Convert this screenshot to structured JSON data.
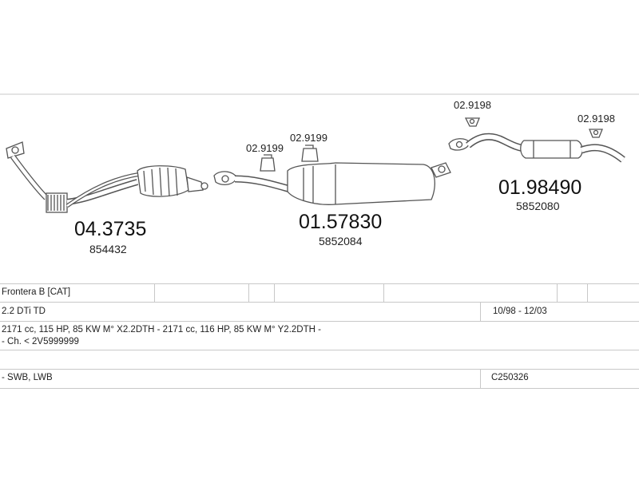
{
  "parts": {
    "catalyst": {
      "part_number": "04.3735",
      "oem_number": "854432"
    },
    "middle": {
      "part_number": "01.57830",
      "oem_number": "5852084",
      "clips": [
        "02.9199",
        "02.9199"
      ]
    },
    "rear": {
      "part_number": "01.98490",
      "oem_number": "5852080",
      "clips": [
        "02.9198",
        "02.9198"
      ]
    }
  },
  "table": {
    "model": "Frontera B  [CAT]",
    "engine": "2.2 DTi TD",
    "years": "10/98 - 12/03",
    "specs": "2171 cc, 115 HP, 85 KW M° X2.2DTH - 2171 cc, 116 HP, 85 KW M° Y2.2DTH -",
    "chassis": "- Ch. < 2V5999999",
    "variant": "- SWB, LWB",
    "code": "C250326"
  },
  "colors": {
    "line": "#555555",
    "grid": "#c8c8c8",
    "text": "#111111"
  }
}
